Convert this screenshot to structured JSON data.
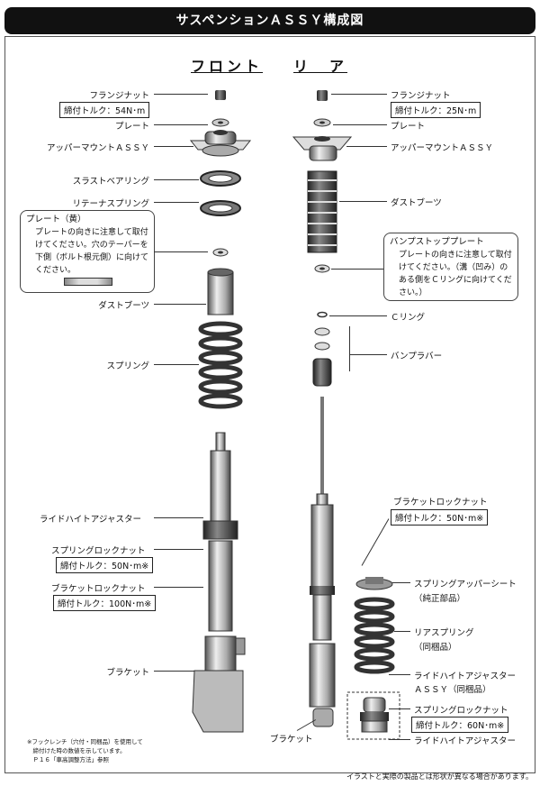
{
  "title": "サスペンションＡＳＳＹ構成図",
  "headings": {
    "front": "フロント",
    "rear": "リ　ア"
  },
  "front": {
    "flange_nut": "フランジナット",
    "flange_torque": "締付トルク：54N･m",
    "plate": "プレート",
    "upper_mount": "アッパーマウントＡＳＳＹ",
    "thrust_bearing": "スラストベアリング",
    "retainer_spring": "リテーナスプリング",
    "plate_note_title": "プレート（黄）",
    "plate_note_lines": [
      "プレートの向きに注意して取付",
      "けてください。穴のテーパーを",
      "下側（ボルト根元側）に向けて",
      "ください。"
    ],
    "dust_boot": "ダストブーツ",
    "spring": "スプリング",
    "ride_height_adjuster": "ライドハイトアジャスター",
    "spring_lock_nut": "スプリングロックナット",
    "spring_lock_torque": "締付トルク：50N･m※",
    "bracket_lock_nut": "ブラケットロックナット",
    "bracket_lock_torque": "締付トルク：100N･m※",
    "bracket": "ブラケット"
  },
  "rear": {
    "flange_nut": "フランジナット",
    "flange_torque": "締付トルク：25N･m",
    "plate": "プレート",
    "upper_mount": "アッパーマウントＡＳＳＹ",
    "dust_boot": "ダストブーツ",
    "bump_plate_title": "バンプストッププレート",
    "bump_plate_lines": [
      "プレートの向きに注意して取付",
      "けてください。（溝（凹み）の",
      "ある側をＣリングに向けてくだ",
      "さい。）"
    ],
    "c_ring": "Ｃリング",
    "bump_rubber": "バンプラバー",
    "bracket_lock_nut": "ブラケットロックナット",
    "bracket_lock_torque": "締付トルク：50N･m※",
    "spring_upper_seat": "スプリングアッパーシート",
    "spring_upper_seat_sub": "（純正部品）",
    "rear_spring": "リアスプリング",
    "rear_spring_sub": "（同梱品）",
    "ride_height_assy": "ライドハイトアジャスター",
    "ride_height_assy_sub": "ＡＳＳＹ（同梱品）",
    "spring_lock_nut": "スプリングロックナット",
    "spring_lock_torque": "締付トルク：60N･m※",
    "ride_height_adjuster": "ライドハイトアジャスター",
    "bracket": "ブラケット"
  },
  "footnote": [
    "※フックレンチ（穴付・同梱品）を使用して",
    "　締付けた時の数値を示しています。",
    "　Ｐ１６「車高調整方法」参照"
  ],
  "disclaimer": "イラストと実際の製品とは形状が異なる場合があります。"
}
